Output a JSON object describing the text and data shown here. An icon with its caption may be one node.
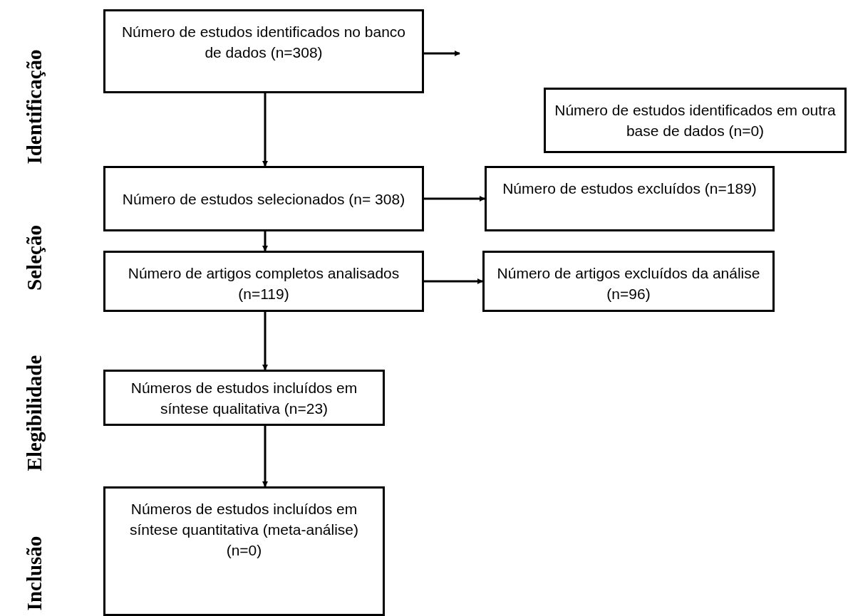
{
  "diagram": {
    "nodes": [
      {
        "text": [
          "Número de estudos identificados no banco de dados (n=308)"
        ]
      },
      {
        "text": [
          "Número de estudos identificados em outra base de dados (n=0)"
        ]
      },
      {
        "text": [
          "Número de estudos selecionados (n= 308)"
        ]
      },
      {
        "text": [
          "Número de estudos excluídos (n=189)"
        ]
      },
      {
        "text": [
          "Número de artigos completos analisados (n=119)"
        ]
      },
      {
        "text": [
          "Número de artigos excluídos da análise (n=96)"
        ]
      },
      {
        "text": [
          "Números de estudos incluídos em síntese qualitativa (n=23)"
        ]
      },
      {
        "text": [
          "Números de estudos incluídos em síntese quantitativa (meta-análise) (n=0)"
        ]
      }
    ],
    "edges": [
      {
        "from": 0,
        "to": null,
        "arrow": "to"
      },
      {
        "from": 0,
        "to": 2,
        "arrow": "to"
      },
      {
        "from": 2,
        "to": 3,
        "arrow": "to"
      },
      {
        "from": 2,
        "to": 4,
        "arrow": "to"
      },
      {
        "from": 4,
        "to": 5,
        "arrow": "to"
      },
      {
        "from": 4,
        "to": 6,
        "arrow": "to"
      },
      {
        "from": 6,
        "to": 7,
        "arrow": "to"
      }
    ],
    "labels": [
      "Identificação",
      "Seleção",
      "Elegibilidade",
      "Inclusão"
    ]
  }
}
